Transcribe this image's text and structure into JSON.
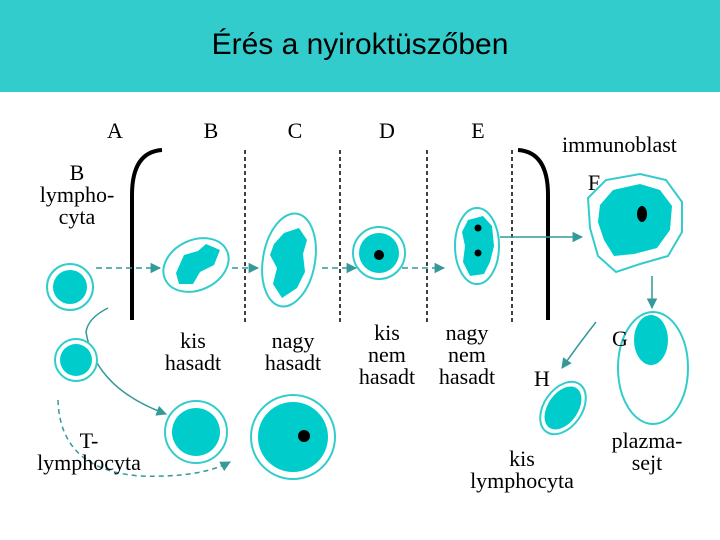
{
  "title": "Érés a nyiroktüszőben",
  "stage_labels": {
    "a": "A",
    "b": "B",
    "c": "C",
    "d": "D",
    "e": "E",
    "f": "F",
    "g": "G",
    "h": "H"
  },
  "immunoblast": "immunoblast",
  "b_lymphocyte": "B\nlympho-\ncyta",
  "t_lymphocyte": "T-\nlymphocyta",
  "cell_types": {
    "kis_hasadt": "kis\nhasadt",
    "nagy_hasadt": "nagy\nhasadt",
    "kis_nem_hasadt": "kis\nnem\nhasadt",
    "nagy_nem_hasadt": "nagy\nnem\nhasadt"
  },
  "kis_lymphocyta": "kis\nlymphocyta",
  "plazmasejt": "plazma-\nsejt",
  "colors": {
    "header": "#33cccc",
    "cell_fill": "#00cccc",
    "cell_outline": "#33cccc",
    "arrow": "#339999"
  }
}
